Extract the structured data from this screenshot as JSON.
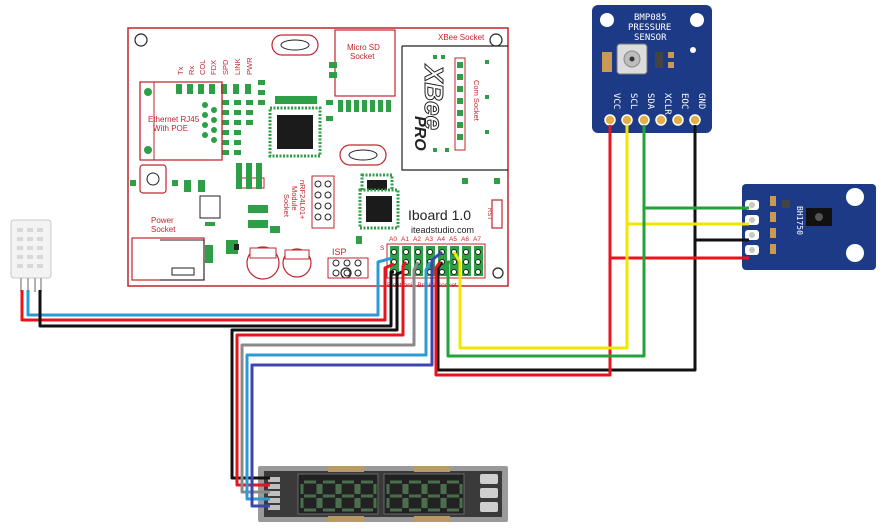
{
  "board": {
    "status_leds": [
      "Tx",
      "Rx",
      "COL",
      "FDX",
      "SPD",
      "LINK",
      "PWR"
    ],
    "ethernet_label_1": "Ethernet RJ45",
    "ethernet_label_2": "With POE",
    "microsd_label_1": "Micro SD",
    "microsd_label_2": "Socket",
    "xbee_socket_label": "XBee Socket",
    "xbee_logo": "XBee",
    "pro_logo": "PRO",
    "com_socket_label": "Com Socket",
    "power_label_1": "Power",
    "power_label_2": "Socket",
    "nrf_label_1": "nRF24L01+",
    "nrf_label_2": "Module",
    "nrf_label_3": "Socket",
    "title": "Iboard 1.0",
    "url": "iteadstudio.com",
    "isp_label": "ISP",
    "rst_label": "RST",
    "s_label": "S",
    "analog_pins": [
      "A0",
      "A1",
      "A2",
      "A3",
      "A4",
      "A5",
      "A6",
      "A7"
    ],
    "bottom_socket_label": "Electronic Bricks Socket"
  },
  "bmp085": {
    "title_1": "BMP085",
    "title_2": "PRESSURE",
    "title_3": "SENSOR",
    "pins": [
      "VCC",
      "SCL",
      "SDA",
      "XCLR",
      "EOC",
      "GND"
    ]
  },
  "bh1750": {
    "label": "BH1750"
  },
  "colors": {
    "pcb_outline": "#c0262e",
    "vcc_wire": "#e8141b",
    "gnd_wire": "#111111",
    "scl_wire": "#f2e600",
    "sda_wire": "#23a33a",
    "signal_wire": "#2b9bd6",
    "data_wire": "#8a8a8a",
    "clock_wire": "#3c45b0",
    "sensor_board": "#1c3a86"
  }
}
